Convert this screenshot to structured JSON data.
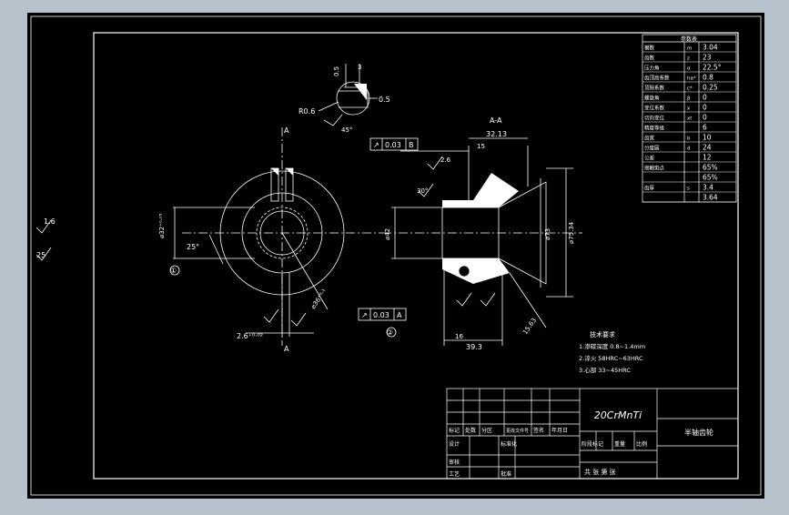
{
  "colors": {
    "background": "#000000",
    "line": "#ffffff",
    "viewport": "#b8c2cc"
  },
  "left_margin": {
    "roughness": "1.6",
    "angle": "25"
  },
  "detail_top": {
    "d1": "0.5",
    "d2": "3",
    "d3": "0.5",
    "r": "R0.6",
    "ang": "45°"
  },
  "section_label": "A-A",
  "section_mark_top": "A",
  "section_mark_bottom": "A",
  "left_view": {
    "dim_dia": "⌀32⁺⁰·⁰⁵",
    "angle": "25°",
    "dim_dia2": "⌀36⁺⁰·¹",
    "dim_bottom": "2.6⁺⁰·⁰²",
    "ref1": "①"
  },
  "right_view": {
    "dim_3213": "32.13",
    "dim_16a": "15",
    "dim_16b": "16",
    "dim_39": "39.3",
    "dim_42": "⌀42",
    "dim_73": "⌀73",
    "dim_7534": "⌀75.34",
    "dim_1563": "15.63",
    "dim_26": "2.6",
    "dim_30": "30°",
    "tol1": "0.03",
    "tolref1": "B",
    "tol2": "0.03",
    "tolref2": "A",
    "ref2": "②"
  },
  "params_table": {
    "title": "参数表",
    "rows": [
      [
        "模数",
        "m",
        "3.04"
      ],
      [
        "齿数",
        "z",
        "23"
      ],
      [
        "压力角",
        "α",
        "22.5°"
      ],
      [
        "齿顶高系数",
        "ha*",
        "0.8"
      ],
      [
        "顶隙系数",
        "c*",
        "0.25"
      ],
      [
        "螺旋角",
        "β",
        "0"
      ],
      [
        "变位系数",
        "x",
        "0"
      ],
      [
        "切向变位",
        "xt",
        "0"
      ],
      [
        "精度等级",
        "",
        "6"
      ],
      [
        "齿宽",
        "b",
        "10"
      ],
      [
        "分度圆",
        "d",
        "24"
      ],
      [
        "公差",
        "",
        "12"
      ],
      [
        "接触斑点",
        "",
        "65%"
      ],
      [
        "",
        "",
        "65%"
      ],
      [
        "齿厚",
        "s",
        "3.4"
      ],
      [
        "",
        "",
        "3.64"
      ]
    ]
  },
  "notes": {
    "title": "技术要求",
    "lines": [
      "1.渗碳深度 0.8~1.4mm",
      "2.淬火 58HRC~63HRC",
      "3.心部 33~45HRC"
    ]
  },
  "title_block": {
    "material": "20CrMnTi",
    "part_name": "半轴齿轮",
    "labels": [
      "标记",
      "处数",
      "分区",
      "更改文件号",
      "签名",
      "年月日"
    ],
    "designer": "设计",
    "checker": "审核",
    "process": "工艺",
    "approve": "批准",
    "stage": "阶段标记",
    "weight": "重量",
    "scale": "比例",
    "sheets": "共 张 第 张",
    "std": "标准化"
  }
}
